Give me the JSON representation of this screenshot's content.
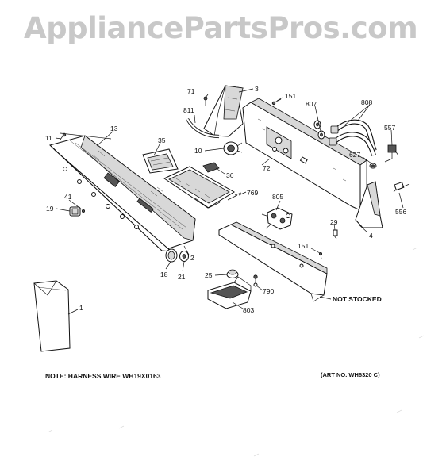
{
  "watermark": "AppliancePartsPros.com",
  "note": "NOTE: HARNESS WIRE WH19X0163",
  "art_no": "(ART NO. WH6320 C)",
  "not_stocked": "NOT STOCKED",
  "callouts": [
    {
      "id": "p71",
      "label": "71"
    },
    {
      "id": "p3",
      "label": "3"
    },
    {
      "id": "p151a",
      "label": "151"
    },
    {
      "id": "p807",
      "label": "807"
    },
    {
      "id": "p808",
      "label": "808"
    },
    {
      "id": "p811",
      "label": "811"
    },
    {
      "id": "p557",
      "label": "557"
    },
    {
      "id": "p11",
      "label": "11"
    },
    {
      "id": "p13",
      "label": "13"
    },
    {
      "id": "p35",
      "label": "35"
    },
    {
      "id": "p10",
      "label": "10"
    },
    {
      "id": "p627",
      "label": "627"
    },
    {
      "id": "p72",
      "label": "72"
    },
    {
      "id": "p36",
      "label": "36"
    },
    {
      "id": "p769",
      "label": "769"
    },
    {
      "id": "p41",
      "label": "41"
    },
    {
      "id": "p805",
      "label": "805"
    },
    {
      "id": "p19",
      "label": "19"
    },
    {
      "id": "p556",
      "label": "556"
    },
    {
      "id": "p29",
      "label": "29"
    },
    {
      "id": "p4",
      "label": "4"
    },
    {
      "id": "p151b",
      "label": "151"
    },
    {
      "id": "p2",
      "label": "2"
    },
    {
      "id": "p18",
      "label": "18"
    },
    {
      "id": "p21",
      "label": "21"
    },
    {
      "id": "p25",
      "label": "25"
    },
    {
      "id": "p790",
      "label": "790"
    },
    {
      "id": "p1",
      "label": "1"
    },
    {
      "id": "p803",
      "label": "803"
    }
  ]
}
